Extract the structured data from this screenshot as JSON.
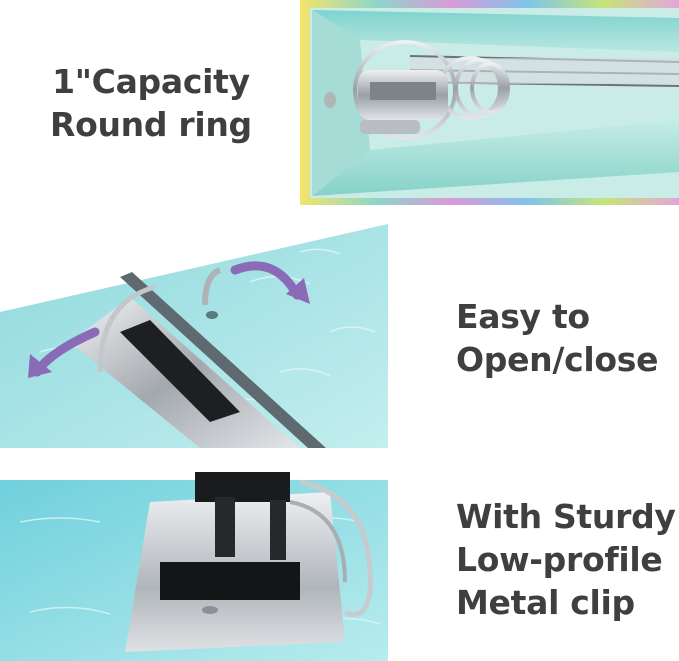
{
  "features": [
    {
      "lines": [
        "1\"Capacity",
        "Round ring"
      ]
    },
    {
      "lines": [
        "Easy to",
        "Open/close"
      ]
    },
    {
      "lines": [
        "With Sturdy",
        "Low-profile",
        "Metal clip"
      ]
    }
  ],
  "colors": {
    "text": "#3f3f3f",
    "aqua": "#9fe3e3",
    "teal_inside": "#a9ddd7",
    "arrow_purple": "#8a6bb8",
    "metal": "#c9cdd2"
  }
}
